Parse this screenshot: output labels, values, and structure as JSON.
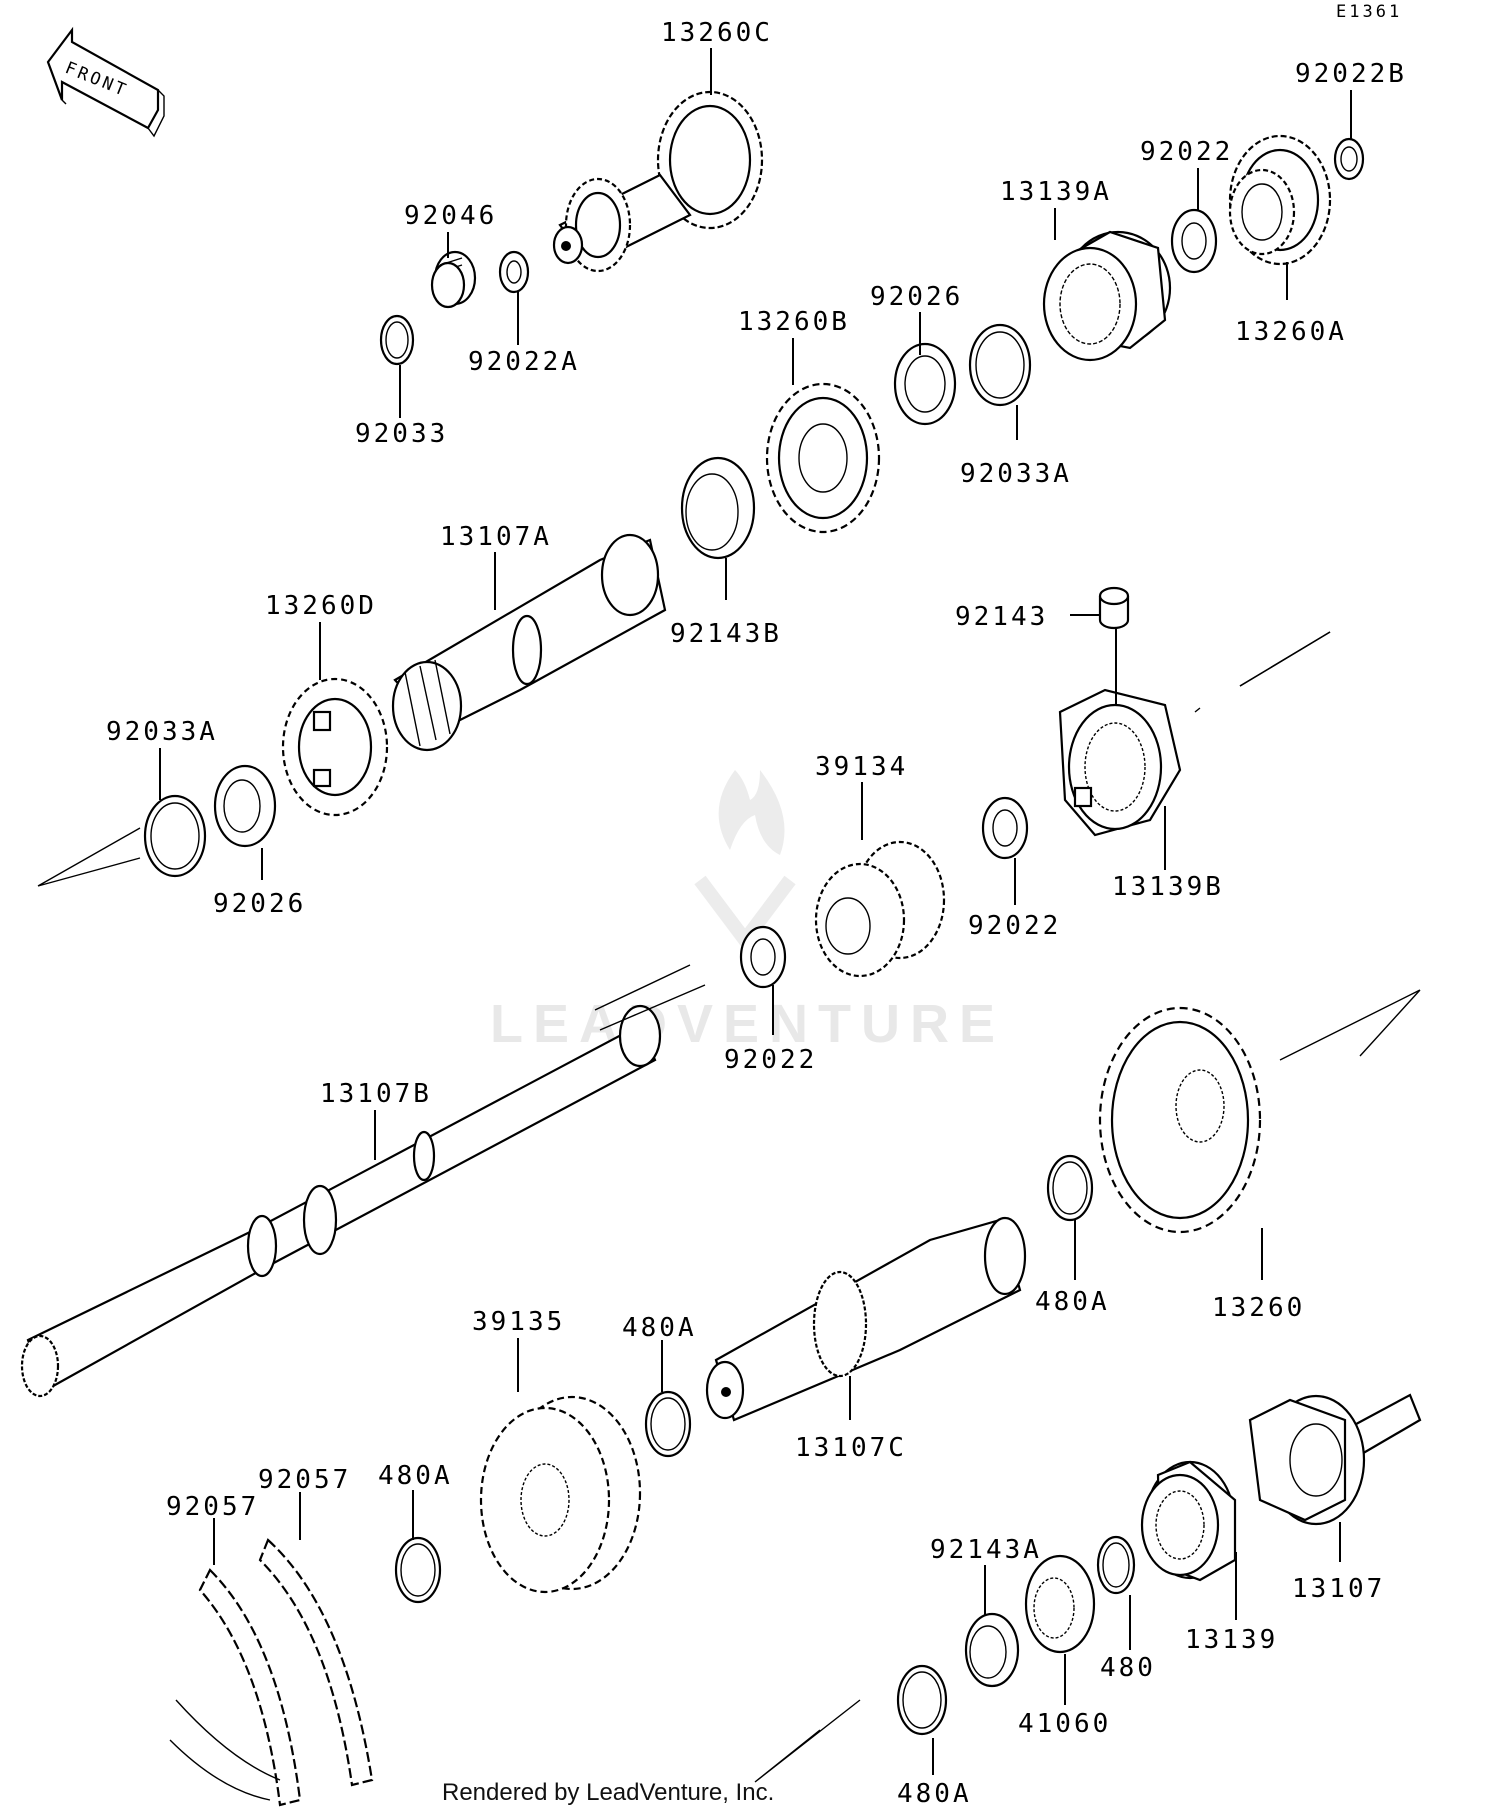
{
  "diagram_id": "E1361",
  "direction_label": "FRONT",
  "watermark": "LEADVENTURE",
  "credit": "Rendered by LeadVenture, Inc.",
  "parts": [
    {
      "id": "p13260C",
      "label": "13260C"
    },
    {
      "id": "p92022B",
      "label": "92022B"
    },
    {
      "id": "p92022",
      "label": "92022"
    },
    {
      "id": "p13139A",
      "label": "13139A"
    },
    {
      "id": "p13260A",
      "label": "13260A"
    },
    {
      "id": "p92046",
      "label": "92046"
    },
    {
      "id": "p92022A",
      "label": "92022A"
    },
    {
      "id": "p92033",
      "label": "92033"
    },
    {
      "id": "p92026",
      "label": "92026"
    },
    {
      "id": "p13260B",
      "label": "13260B"
    },
    {
      "id": "p92033A",
      "label": "92033A"
    },
    {
      "id": "p13107A",
      "label": "13107A"
    },
    {
      "id": "p92143B",
      "label": "92143B"
    },
    {
      "id": "p13260D",
      "label": "13260D"
    },
    {
      "id": "p92143",
      "label": "92143"
    },
    {
      "id": "p92033A-2",
      "label": "92033A"
    },
    {
      "id": "p39134",
      "label": "39134"
    },
    {
      "id": "p13139B",
      "label": "13139B"
    },
    {
      "id": "p92026-2",
      "label": "92026"
    },
    {
      "id": "p92022-2",
      "label": "92022"
    },
    {
      "id": "p92022-3",
      "label": "92022"
    },
    {
      "id": "p13107B",
      "label": "13107B"
    },
    {
      "id": "p480A",
      "label": "480A"
    },
    {
      "id": "p13260",
      "label": "13260"
    },
    {
      "id": "p39135",
      "label": "39135"
    },
    {
      "id": "p480A-2",
      "label": "480A"
    },
    {
      "id": "p13107C",
      "label": "13107C"
    },
    {
      "id": "p92057",
      "label": "92057"
    },
    {
      "id": "p92057-2",
      "label": "92057"
    },
    {
      "id": "p480A-3",
      "label": "480A"
    },
    {
      "id": "p92143A",
      "label": "92143A"
    },
    {
      "id": "p13107",
      "label": "13107"
    },
    {
      "id": "p13139",
      "label": "13139"
    },
    {
      "id": "p480",
      "label": "480"
    },
    {
      "id": "p41060",
      "label": "41060"
    },
    {
      "id": "p480A-4",
      "label": "480A"
    }
  ]
}
